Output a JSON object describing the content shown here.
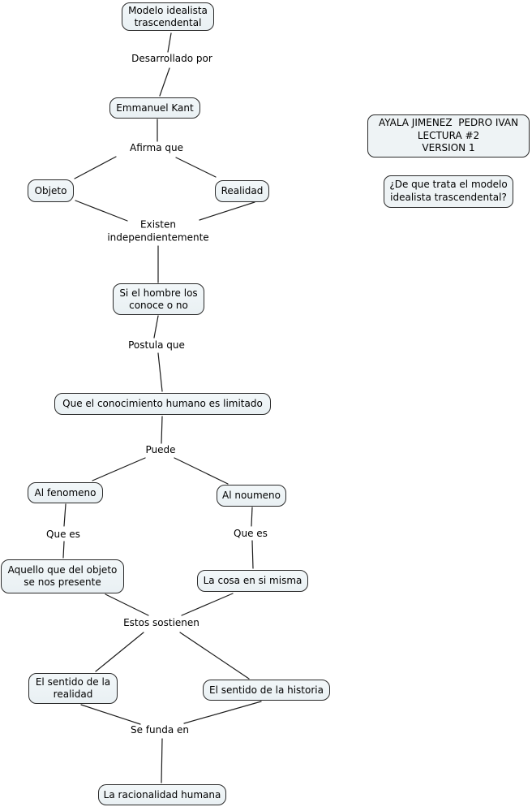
{
  "palette": {
    "background": "#ffffff",
    "node_fill_top": "#f2f7f9",
    "node_fill_bottom": "#e9f0f3",
    "node_border": "#2a2a2a",
    "line_color": "#1c1c1c",
    "text_color": "#000000"
  },
  "nodes": [
    {
      "id": "modelo-idealista-trascendental",
      "label": "Modelo idealista\ntrascendental"
    },
    {
      "id": "emmanuel-kant",
      "label": "Emmanuel Kant"
    },
    {
      "id": "objeto",
      "label": "Objeto"
    },
    {
      "id": "realidad",
      "label": "Realidad"
    },
    {
      "id": "si-el-hombre-los-conoce",
      "label": "Si el hombre los\nconoce o no"
    },
    {
      "id": "conocimiento-humano-limitado",
      "label": "Que el conocimiento humano es limitado"
    },
    {
      "id": "al-fenomeno",
      "label": "Al fenomeno"
    },
    {
      "id": "al-noumeno",
      "label": "Al noumeno"
    },
    {
      "id": "aquello-que-del-objeto",
      "label": "Aquello que del objeto\nse nos presente"
    },
    {
      "id": "la-cosa-en-si-misma",
      "label": "La cosa en si misma"
    },
    {
      "id": "el-sentido-de-la-realidad",
      "label": "El sentido de la\nrealidad"
    },
    {
      "id": "el-sentido-de-la-historia",
      "label": "El sentido de la historia"
    },
    {
      "id": "la-racionalidad-humana",
      "label": "La racionalidad humana"
    }
  ],
  "link_labels": [
    {
      "id": "desarrollado-por",
      "label": "Desarrollado por"
    },
    {
      "id": "afirma-que",
      "label": "Afirma que"
    },
    {
      "id": "existen-independientemente",
      "label": "Existen\nindependientemente"
    },
    {
      "id": "postula-que",
      "label": "Postula que"
    },
    {
      "id": "puede",
      "label": "Puede"
    },
    {
      "id": "que-es-izquierda",
      "label": "Que es"
    },
    {
      "id": "que-es-derecha",
      "label": "Que es"
    },
    {
      "id": "estos-sostienen",
      "label": "Estos sostienen"
    },
    {
      "id": "se-funda-en",
      "label": "Se funda en"
    }
  ],
  "annotations": {
    "author_box": "AYALA JIMENEZ  PEDRO IVAN\nLECTURA #2\nVERSION 1",
    "question_box": "¿De que trata el modelo\nidealista trascendental?"
  }
}
